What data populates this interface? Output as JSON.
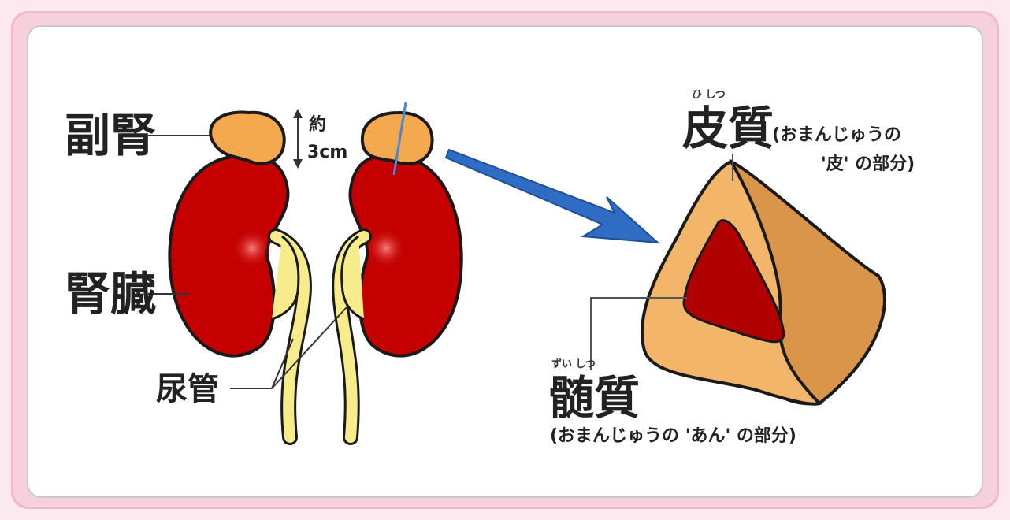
{
  "labels": {
    "adrenal": "副腎",
    "kidney": "腎臓",
    "ureter": "尿管",
    "size_prefix": "約",
    "size_value": "3cm",
    "cortex": "皮質",
    "cortex_ruby": "ひ しつ",
    "cortex_note_1": "(おまんじゅうの",
    "cortex_note_2": "'皮' の部分)",
    "medulla": "髄質",
    "medulla_ruby": "ずい しつ",
    "medulla_note": "(おまんじゅうの 'あん' の部分)"
  },
  "colors": {
    "kidney": "#c40000",
    "adrenal": "#f4a94e",
    "ureter": "#f7ec8c",
    "arrow": "#2f6cc4",
    "cortex": "#f3b56a",
    "medulla": "#b00000",
    "cortex_side": "#d9964b"
  }
}
